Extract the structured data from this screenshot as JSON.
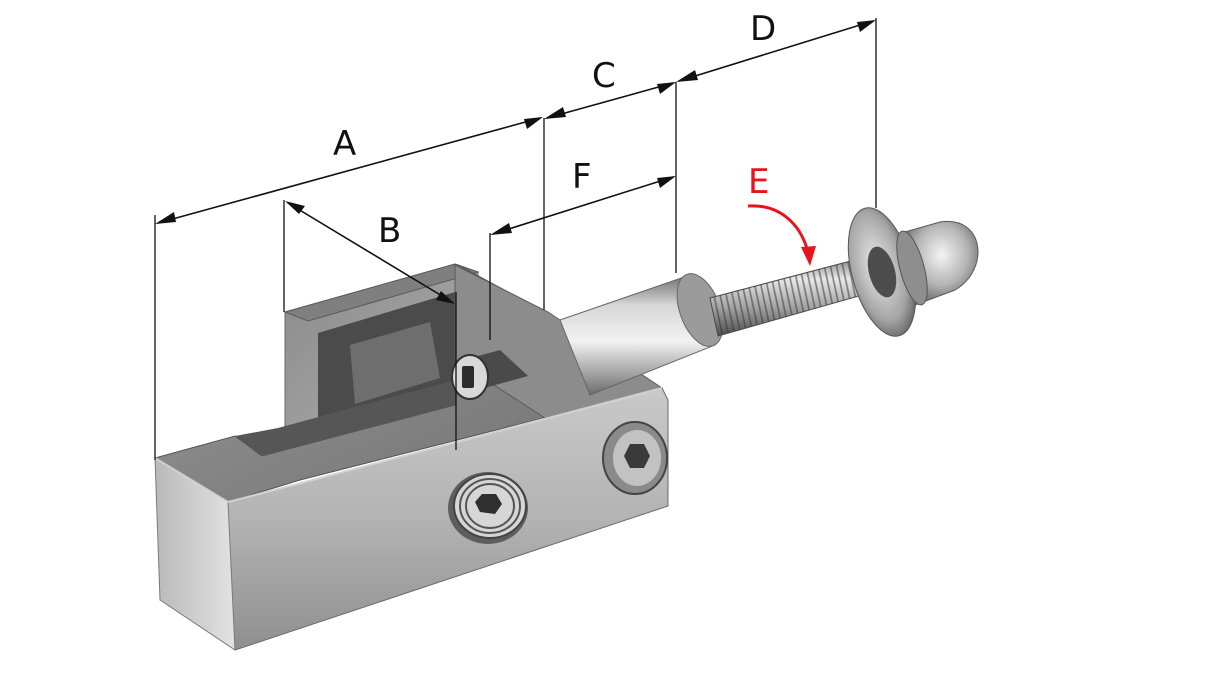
{
  "labels": {
    "a": "A",
    "b": "B",
    "c": "C",
    "d": "D",
    "e": "E",
    "f": "F"
  },
  "colors": {
    "dimension_lines": "#111111",
    "rotation_arrow": "#e8141b",
    "metal_light": "#d8d8d8",
    "metal_mid": "#a9a9a9",
    "metal_dark": "#5e5e5e"
  },
  "icons": {
    "socket_screw_front": "hex-socket-screw-icon",
    "socket_screw_side": "hex-socket-bolt-icon",
    "rotation": "rotation-arrow-icon"
  }
}
